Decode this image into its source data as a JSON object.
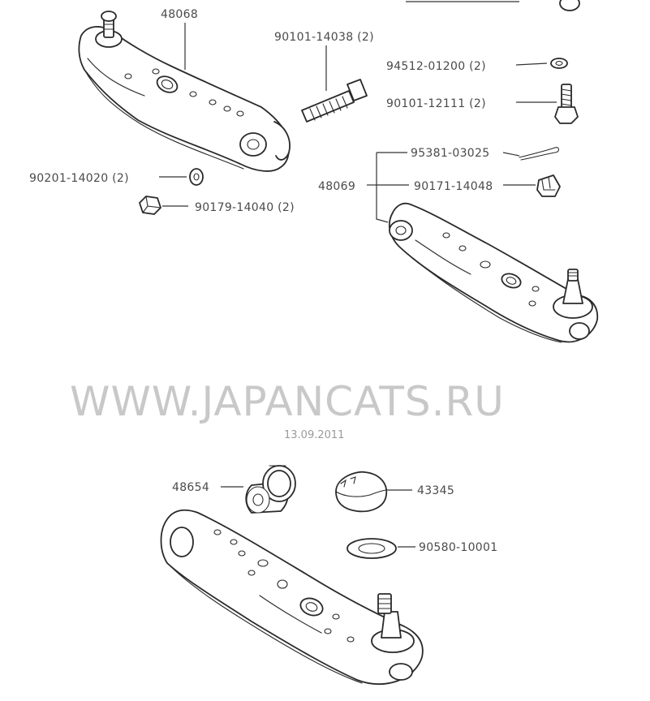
{
  "labels": {
    "upper_arm_top": "48068",
    "bolt_long": "90101-14038 (2)",
    "washer_small": "94512-01200 (2)",
    "bolt_short": "90101-12111 (2)",
    "washer_left": "90201-14020 (2)",
    "nut_left": "90179-14040 (2)",
    "cotter_pin": "95381-03025",
    "upper_arm_right": "48069",
    "castle_nut": "90171-14048",
    "bushing": "48654",
    "dust_cover": "43345",
    "washer_bottom": "90580-10001"
  },
  "watermark": {
    "site": "WWW.JAPANCATS.RU",
    "date": "13.09.2011"
  }
}
